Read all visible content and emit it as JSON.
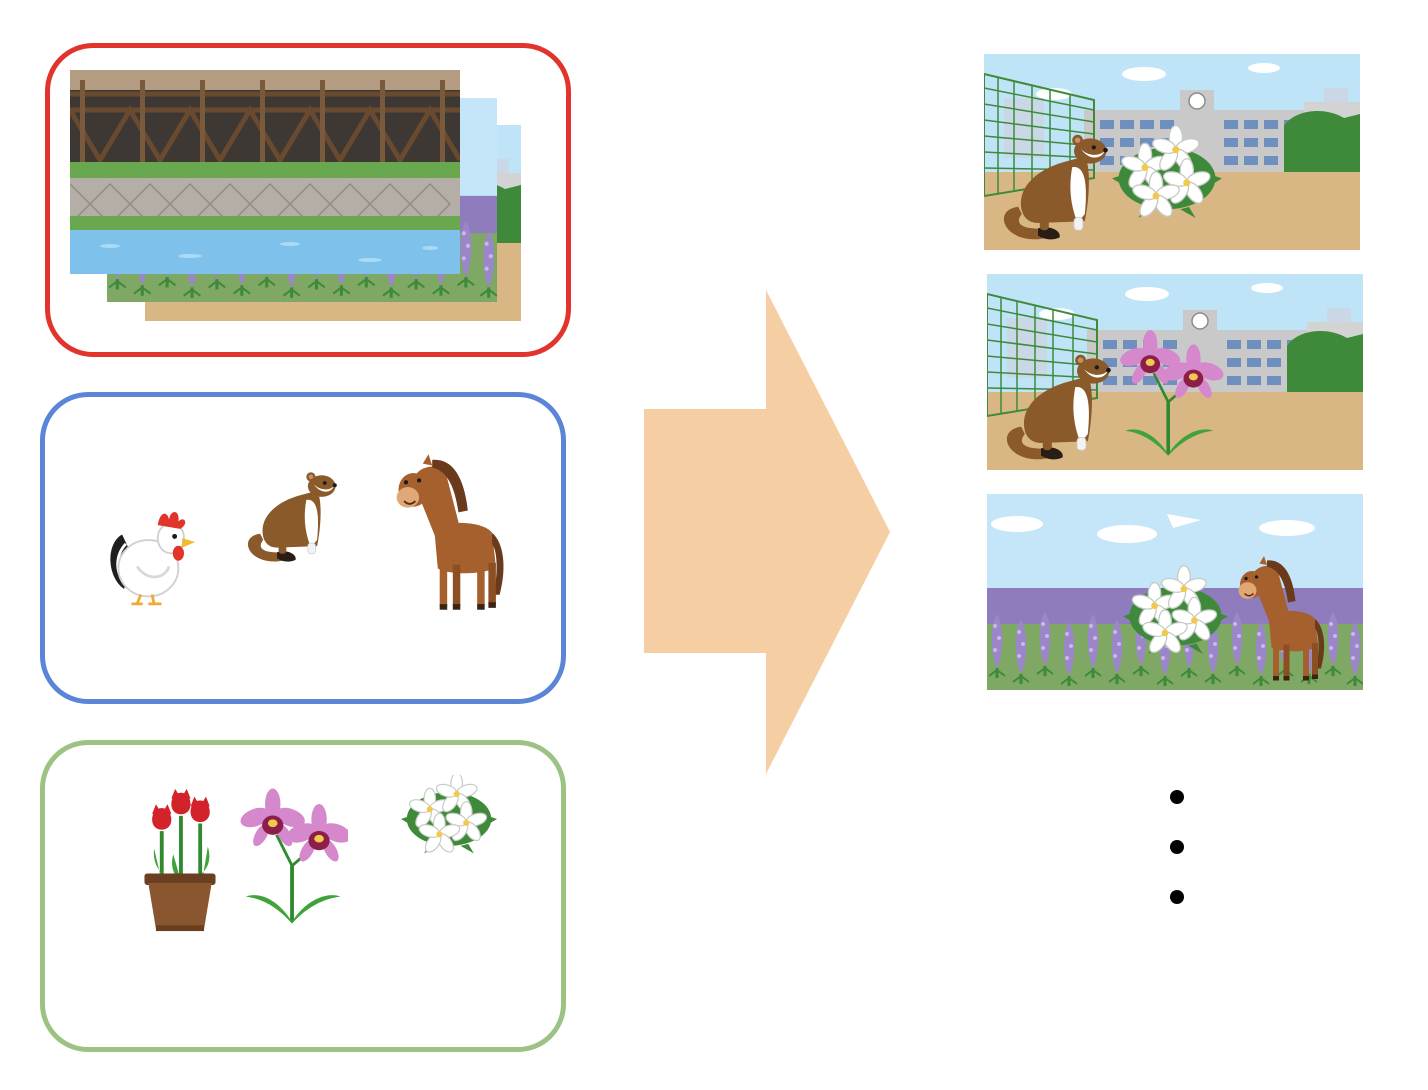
{
  "panels": {
    "backgrounds": {
      "items": [
        "river-bridge",
        "schoolyard",
        "lupine-field"
      ],
      "border_color": "#e0342c"
    },
    "animals": {
      "items": [
        "rooster",
        "weasel",
        "horse"
      ],
      "border_color": "#5b86d8"
    },
    "plants": {
      "items": [
        "tulip-pot",
        "cattleya-orchid",
        "white-gardenia"
      ],
      "border_color": "#9cc383"
    }
  },
  "arrow": {
    "color": "#f5cea4",
    "direction": "right"
  },
  "outputs": [
    {
      "background": "schoolyard",
      "animal": "weasel",
      "plant": "white-gardenia"
    },
    {
      "background": "schoolyard",
      "animal": "weasel",
      "plant": "cattleya-orchid"
    },
    {
      "background": "lupine-field",
      "animal": "horse",
      "plant": "white-gardenia"
    }
  ],
  "continuation": {
    "count": 3,
    "color": "#000000"
  }
}
